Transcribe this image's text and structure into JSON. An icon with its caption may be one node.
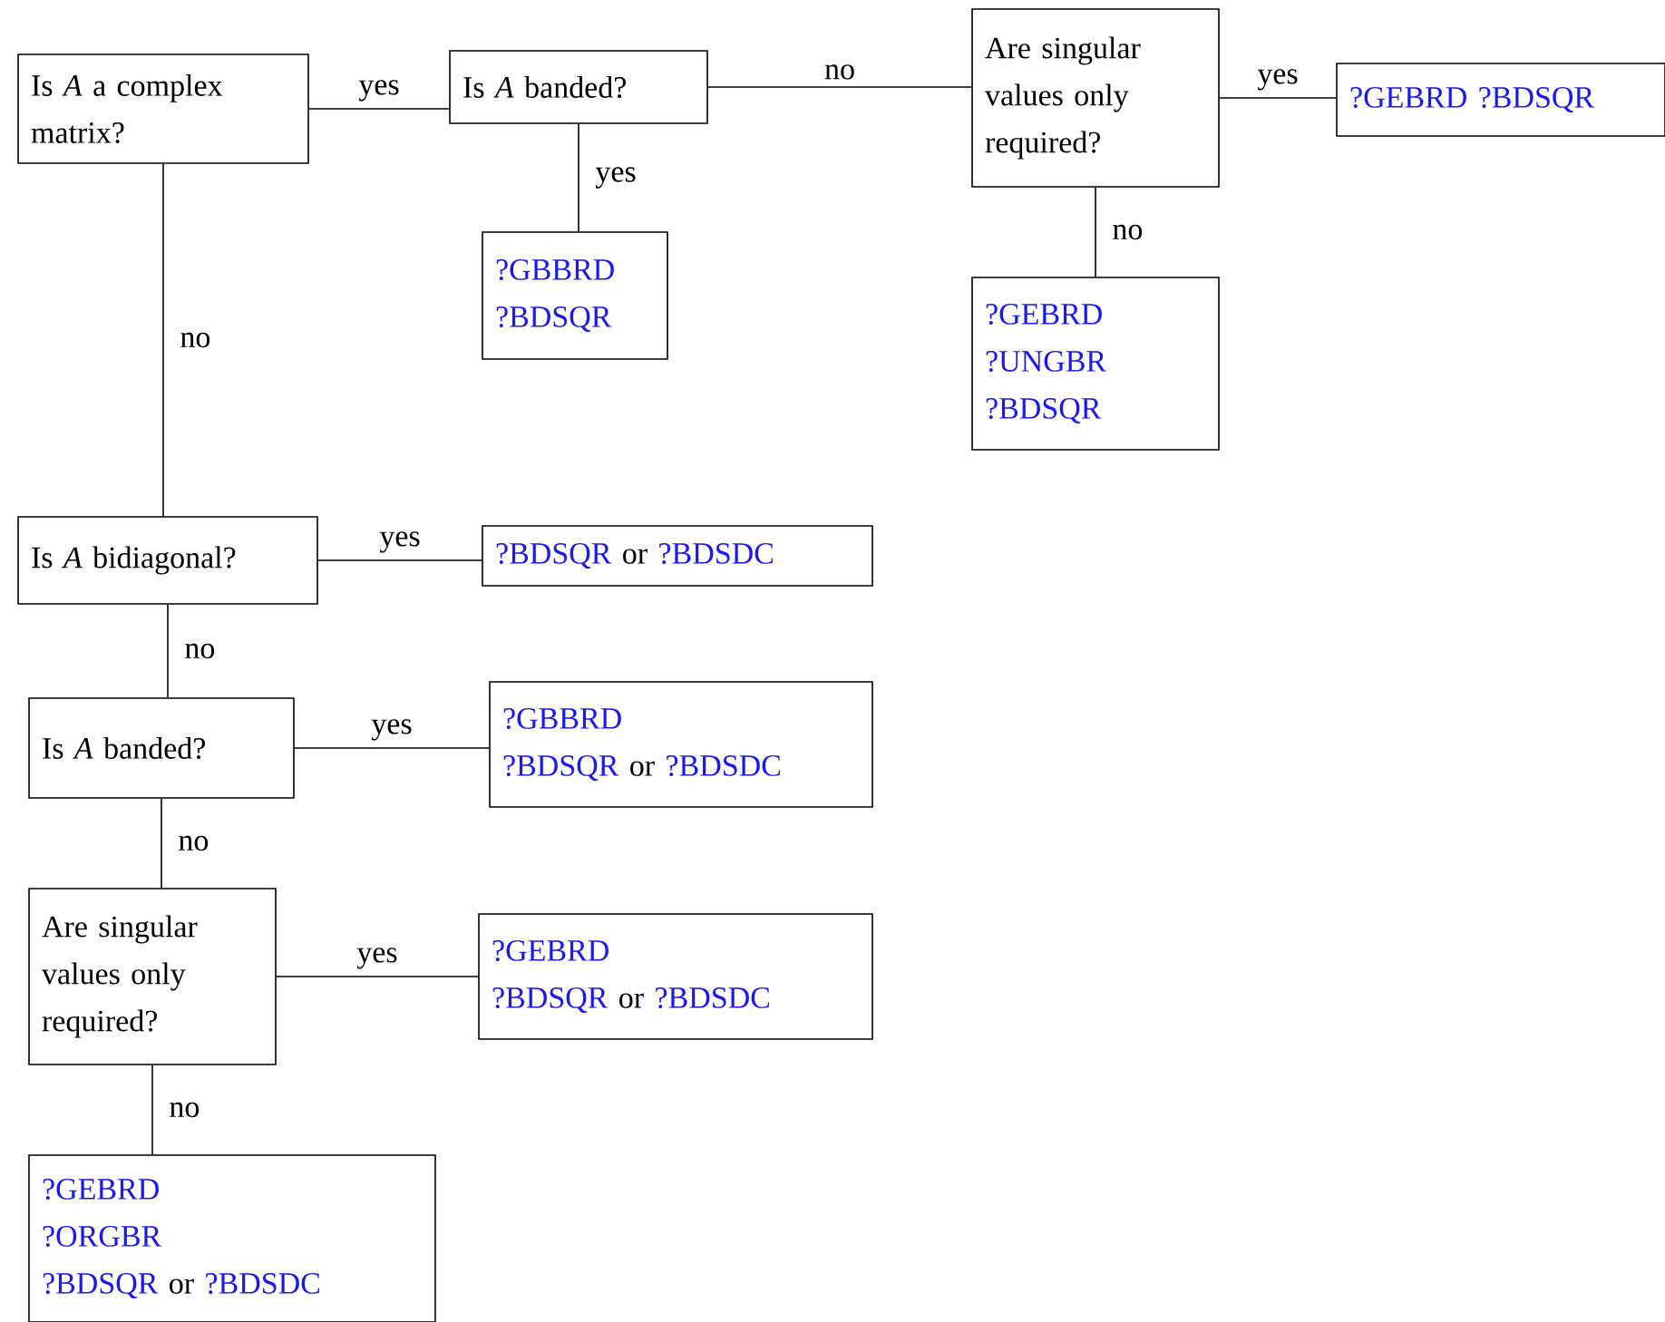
{
  "diagram": {
    "nodes": [
      {
        "text": [
          "Is *A* a complex matrix?"
        ]
      },
      {
        "text": [
          "Is *A* banded?"
        ]
      },
      {
        "text": [
          "Are singular values only required?"
        ]
      },
      {
        "text": [
          "?GEBRD",
          "?BDSQR"
        ]
      },
      {
        "text": [
          "?GBBRD",
          "?BDSQR"
        ]
      },
      {
        "text": [
          "?GEBRD",
          "?UNGBR",
          "?BDSQR"
        ]
      },
      {
        "text": [
          "Is *A* bidiagonal?"
        ]
      },
      {
        "text": [
          "?BDSQR",
          "or",
          "?BDSDC"
        ]
      },
      {
        "text": [
          "Is *A* banded?"
        ]
      },
      {
        "text": [
          "?GBBRD",
          "?BDSQR",
          "or",
          "?BDSDC"
        ]
      },
      {
        "text": [
          "Are singular values only required?"
        ]
      },
      {
        "text": [
          "?GEBRD",
          "?BDSQR",
          "or",
          "?BDSDC"
        ]
      },
      {
        "text": [
          "?GEBRD",
          "?ORGBR",
          "?BDSQR",
          "or",
          "?BDSDC"
        ]
      }
    ],
    "edges": [
      {
        "from": 0,
        "to": 1,
        "arrow": "none",
        "label": "yes"
      },
      {
        "from": 1,
        "to": 2,
        "arrow": "none",
        "label": "no"
      },
      {
        "from": 2,
        "to": 3,
        "arrow": "none",
        "label": "yes"
      },
      {
        "from": 1,
        "to": 4,
        "arrow": "none",
        "label": "yes"
      },
      {
        "from": 2,
        "to": 5,
        "arrow": "none",
        "label": "no"
      },
      {
        "from": 0,
        "to": 6,
        "arrow": "none",
        "label": "no"
      },
      {
        "from": 6,
        "to": 7,
        "arrow": "none",
        "label": "yes"
      },
      {
        "from": 6,
        "to": 8,
        "arrow": "none",
        "label": "no"
      },
      {
        "from": 8,
        "to": 9,
        "arrow": "none",
        "label": "yes"
      },
      {
        "from": 8,
        "to": 10,
        "arrow": "none",
        "label": "no"
      },
      {
        "from": 10,
        "to": 11,
        "arrow": "none",
        "label": "yes"
      },
      {
        "from": 10,
        "to": 12,
        "arrow": "none",
        "label": "no"
      }
    ]
  }
}
